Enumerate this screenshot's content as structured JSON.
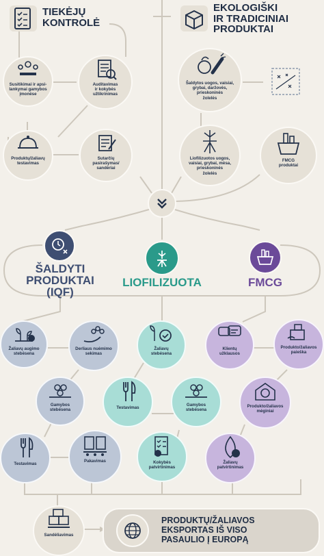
{
  "headers": {
    "tiekeju": "TIEKĖJŲ\nKONTROLĖ",
    "ekologiski": "EKOLOGIŠKI\nIR TRADICINIAI\nPRODUKTAI"
  },
  "top_left": {
    "meetings": "Susitikimai ir apsi-\nlankymai gamybos\nįmonėse",
    "audit": "Auditavimas\nir kokybės\nužtikrinimas",
    "testing": "Produktų/žaliavų\ntestavimas",
    "contracts": "Sutarčių\npasirašymas/\nsandėriai"
  },
  "top_right": {
    "frozen": "Šaldytos uogos, vaisiai,\ngrybai, daržovės,\nprieskoninės\nžolelės",
    "freezedried": "Liofilizuotos uogos,\nvaisiai, grybai, mėsa,\nprieskoninės\nžolelės",
    "fmcg": "FMCG\nproduktai"
  },
  "categories": {
    "iqf": "ŠALDYTI\nPRODUKTAI\n(IQF)",
    "liof": "LIOFILIZUOTA",
    "fmcg": "FMCG"
  },
  "iqf_steps": {
    "growth": "Žaliavų augimo\nstebėsena",
    "harvest": "Derliaus nuėmimo\nsekimas",
    "production": "Gamybos\nstebėsena",
    "testing": "Testavimas",
    "packing": "Pakavimas"
  },
  "liof_steps": {
    "raw": "Žaliavų\nstebėsena",
    "testing": "Testavimas",
    "production": "Gamybos\nstebėsena",
    "quality": "Kokybės\npatvirtinimas"
  },
  "fmcg_steps": {
    "inquiries": "Klientų\nužklausos",
    "search": "Produkto/žaliavos\npaieška",
    "samples": "Produkto/žaliavos\nmėginiai",
    "approval": "Žaliavų\npatvirtinimas"
  },
  "bottom": {
    "warehouse": "Sandėliavimas",
    "export": "PRODUKTŲ/ŽALIAVOS\nEKSPORTAS IŠ VISO\nPASAULIO Į EUROPĄ"
  },
  "colors": {
    "navy": "#24324a",
    "line": "#c9c3b8",
    "beige": "#e6e1d7",
    "blue": "#bcc6d6",
    "teal": "#a8ddd6",
    "teal_dark": "#2a9a8a",
    "purple": "#c7b5dd",
    "purple_dark": "#6b4a99",
    "slate": "#3e4e72"
  },
  "icons": [
    "checklist-icon",
    "meeting-icon",
    "audit-icon",
    "cloche-icon",
    "contract-icon",
    "box-icon",
    "vegetables-icon",
    "field-map-icon",
    "snowflake-roots-icon",
    "basket-icon",
    "chevron-down-icon",
    "freeze-clock-icon",
    "freezedry-icon",
    "fmcg-basket-icon",
    "globe-icon"
  ]
}
